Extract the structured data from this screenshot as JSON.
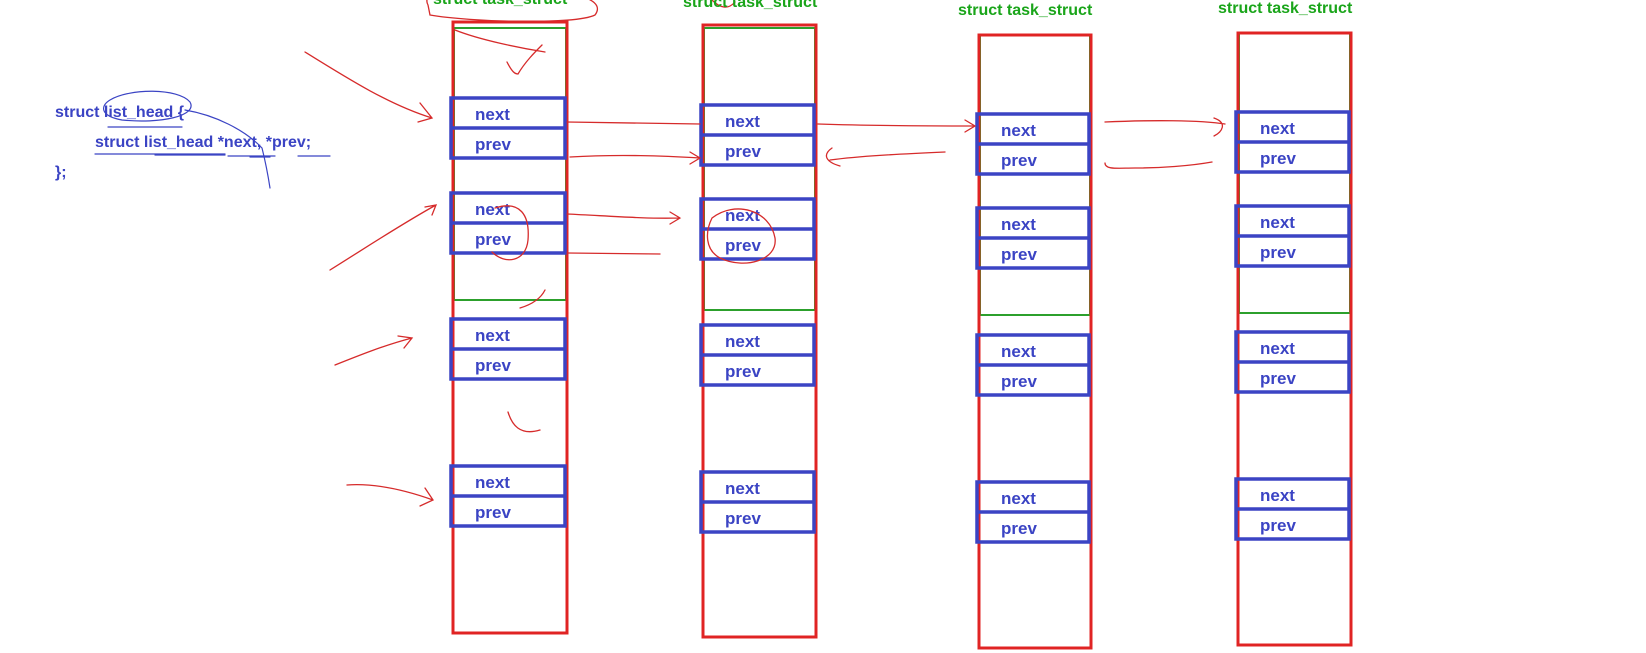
{
  "code": {
    "line1": "struct list_head {",
    "line2": "struct list_head *next, *prev;",
    "line3": "};"
  },
  "struct_title": "struct task_struct",
  "field_next": "next",
  "field_prev": "prev",
  "colors": {
    "struct_border": "#e02424",
    "struct_inner": "#2ca02c",
    "list_head_border": "#3b44c4",
    "field_text": "#3b44c4",
    "title_text": "#1aa51a",
    "annotation": "#d62b2b"
  }
}
